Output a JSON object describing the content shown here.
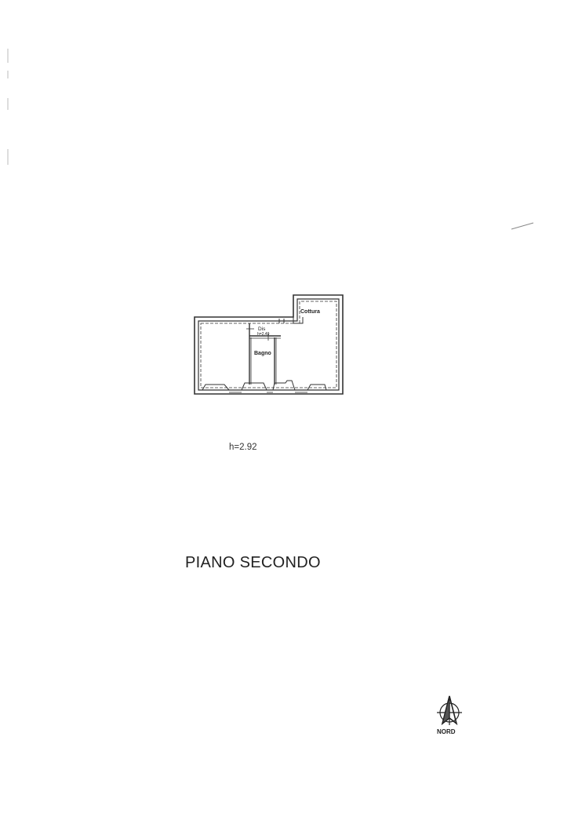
{
  "plan": {
    "rooms": {
      "kitchen": "Cottura",
      "hallway": "Dis",
      "hallway_height": "h=2.49",
      "bathroom": "Bagno"
    },
    "floor_height": "h=2.92",
    "floor_title": "PIANO SECONDO"
  },
  "compass": {
    "label": "NORD",
    "icon": "north-arrow-icon"
  }
}
